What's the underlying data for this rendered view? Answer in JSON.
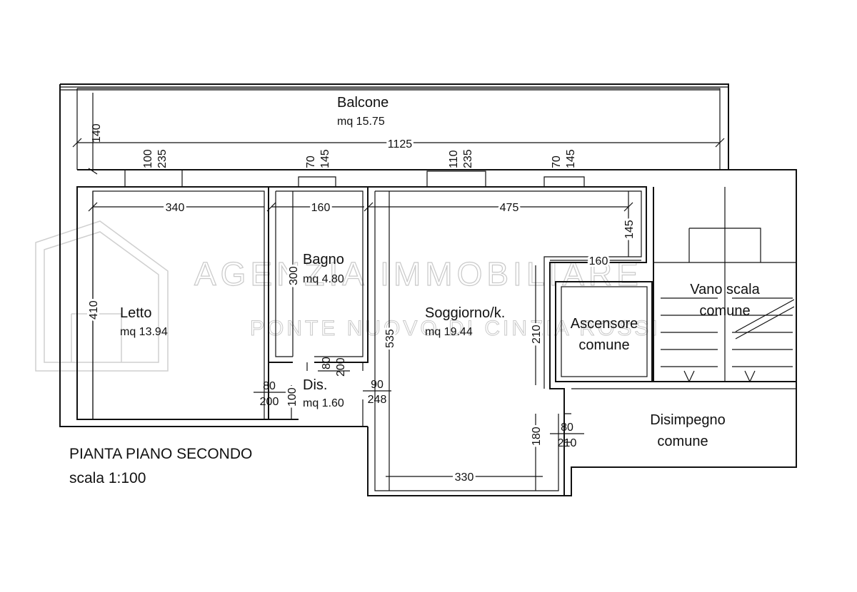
{
  "plan": {
    "title": "PIANTA PIANO SECONDO",
    "scale": "scala 1:100"
  },
  "watermark": {
    "line1": "AGENZIA IMMOBILIARE",
    "line2": "PONTE NUOVO DI CINZIA ROSSI"
  },
  "rooms": {
    "balcone": {
      "name": "Balcone",
      "area": "mq 15.75"
    },
    "letto": {
      "name": "Letto",
      "area": "mq 13.94"
    },
    "bagno": {
      "name": "Bagno",
      "area": "mq 4.80"
    },
    "soggiorno": {
      "name": "Soggiorno/k.",
      "area": "mq 19.44"
    },
    "dis": {
      "name": "Dis.",
      "area": "mq 1.60"
    },
    "ascensore": {
      "name_line1": "Ascensore",
      "name_line2": "comune"
    },
    "vano_scala": {
      "name_line1": "Vano scala",
      "name_line2": "comune"
    },
    "disimpegno": {
      "name_line1": "Disimpegno",
      "name_line2": "comune"
    }
  },
  "dimensions": {
    "balcone_depth": "140",
    "total_width": "1125",
    "win1_h": "100",
    "win1_top": "235",
    "win2_h": "70",
    "win2_top": "145",
    "win3_h": "110",
    "win3_top": "235",
    "win4_h": "70",
    "win4_top": "145",
    "letto_width": "340",
    "letto_depth": "410",
    "bagno_width": "160",
    "bagno_depth": "300",
    "soggiorno_width": "475",
    "soggiorno_depth": "535",
    "soggiorno_step": "145",
    "ascensore_width": "160",
    "ascensore_height": "210",
    "door_bagno_w": "80",
    "door_bagno_h": "200",
    "door_letto_w": "80",
    "door_letto_h": "200",
    "dis_depth": "100",
    "door_sogg_w": "90",
    "door_sogg_h": "248",
    "soggiorno_bottom": "330",
    "soggiorno_lower": "180",
    "door_ingresso_w": "80",
    "door_ingresso_h": "210"
  }
}
